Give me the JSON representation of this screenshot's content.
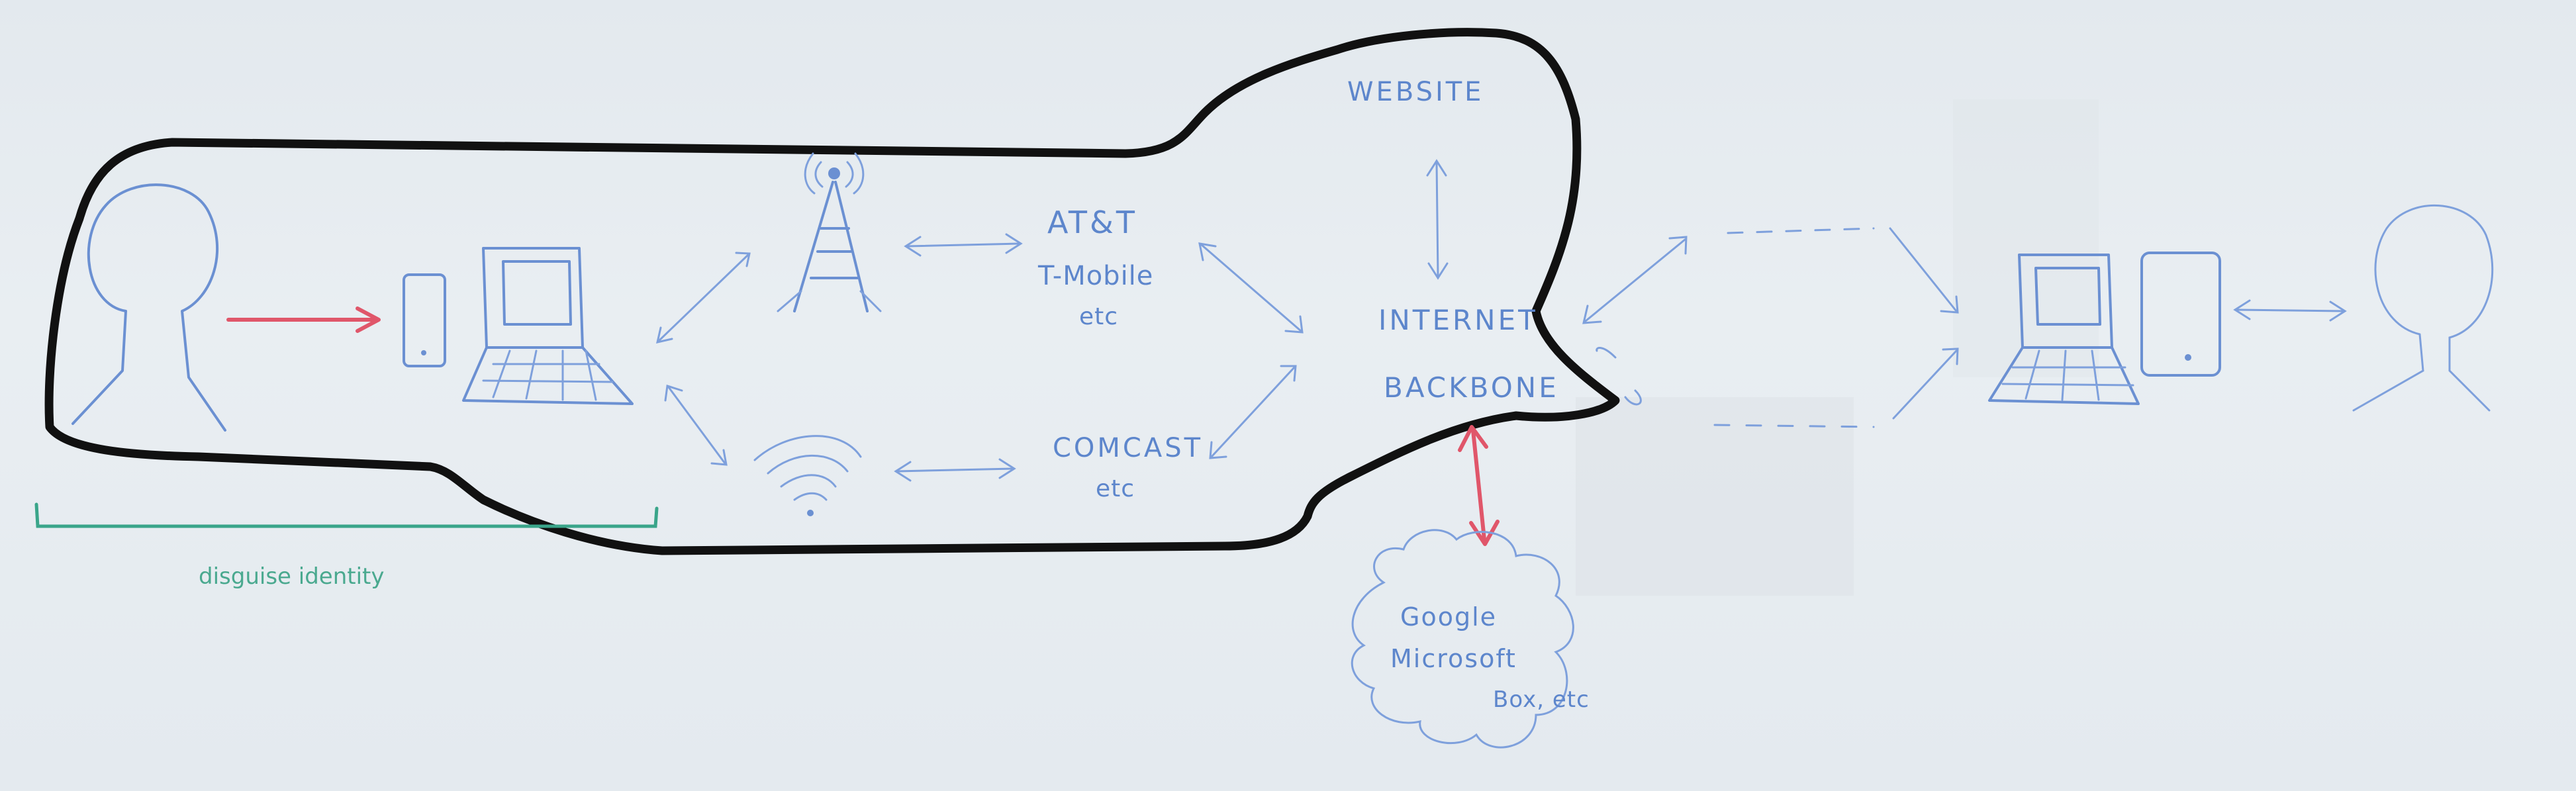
{
  "labels": {
    "website": "WEBSITE",
    "att": "AT&T",
    "tmobile": "T-Mobile",
    "etc_mobile": "etc",
    "comcast": "COMCAST",
    "etc_cable": "etc",
    "internet": "INTERNET",
    "backbone": "BACKBONE",
    "google": "Google",
    "microsoft": "Microsoft",
    "box_etc": "Box, etc",
    "disguise_identity": "disguise identity"
  },
  "colors": {
    "marker_blue": "#6b90d2",
    "marker_red": "#e0566a",
    "marker_green": "#3aa58a",
    "marker_black": "#111111",
    "board": "#e6ebef"
  },
  "icons": [
    "person-icon",
    "phone-icon",
    "laptop-icon",
    "cell-tower-icon",
    "wifi-icon",
    "cloud-icon"
  ]
}
